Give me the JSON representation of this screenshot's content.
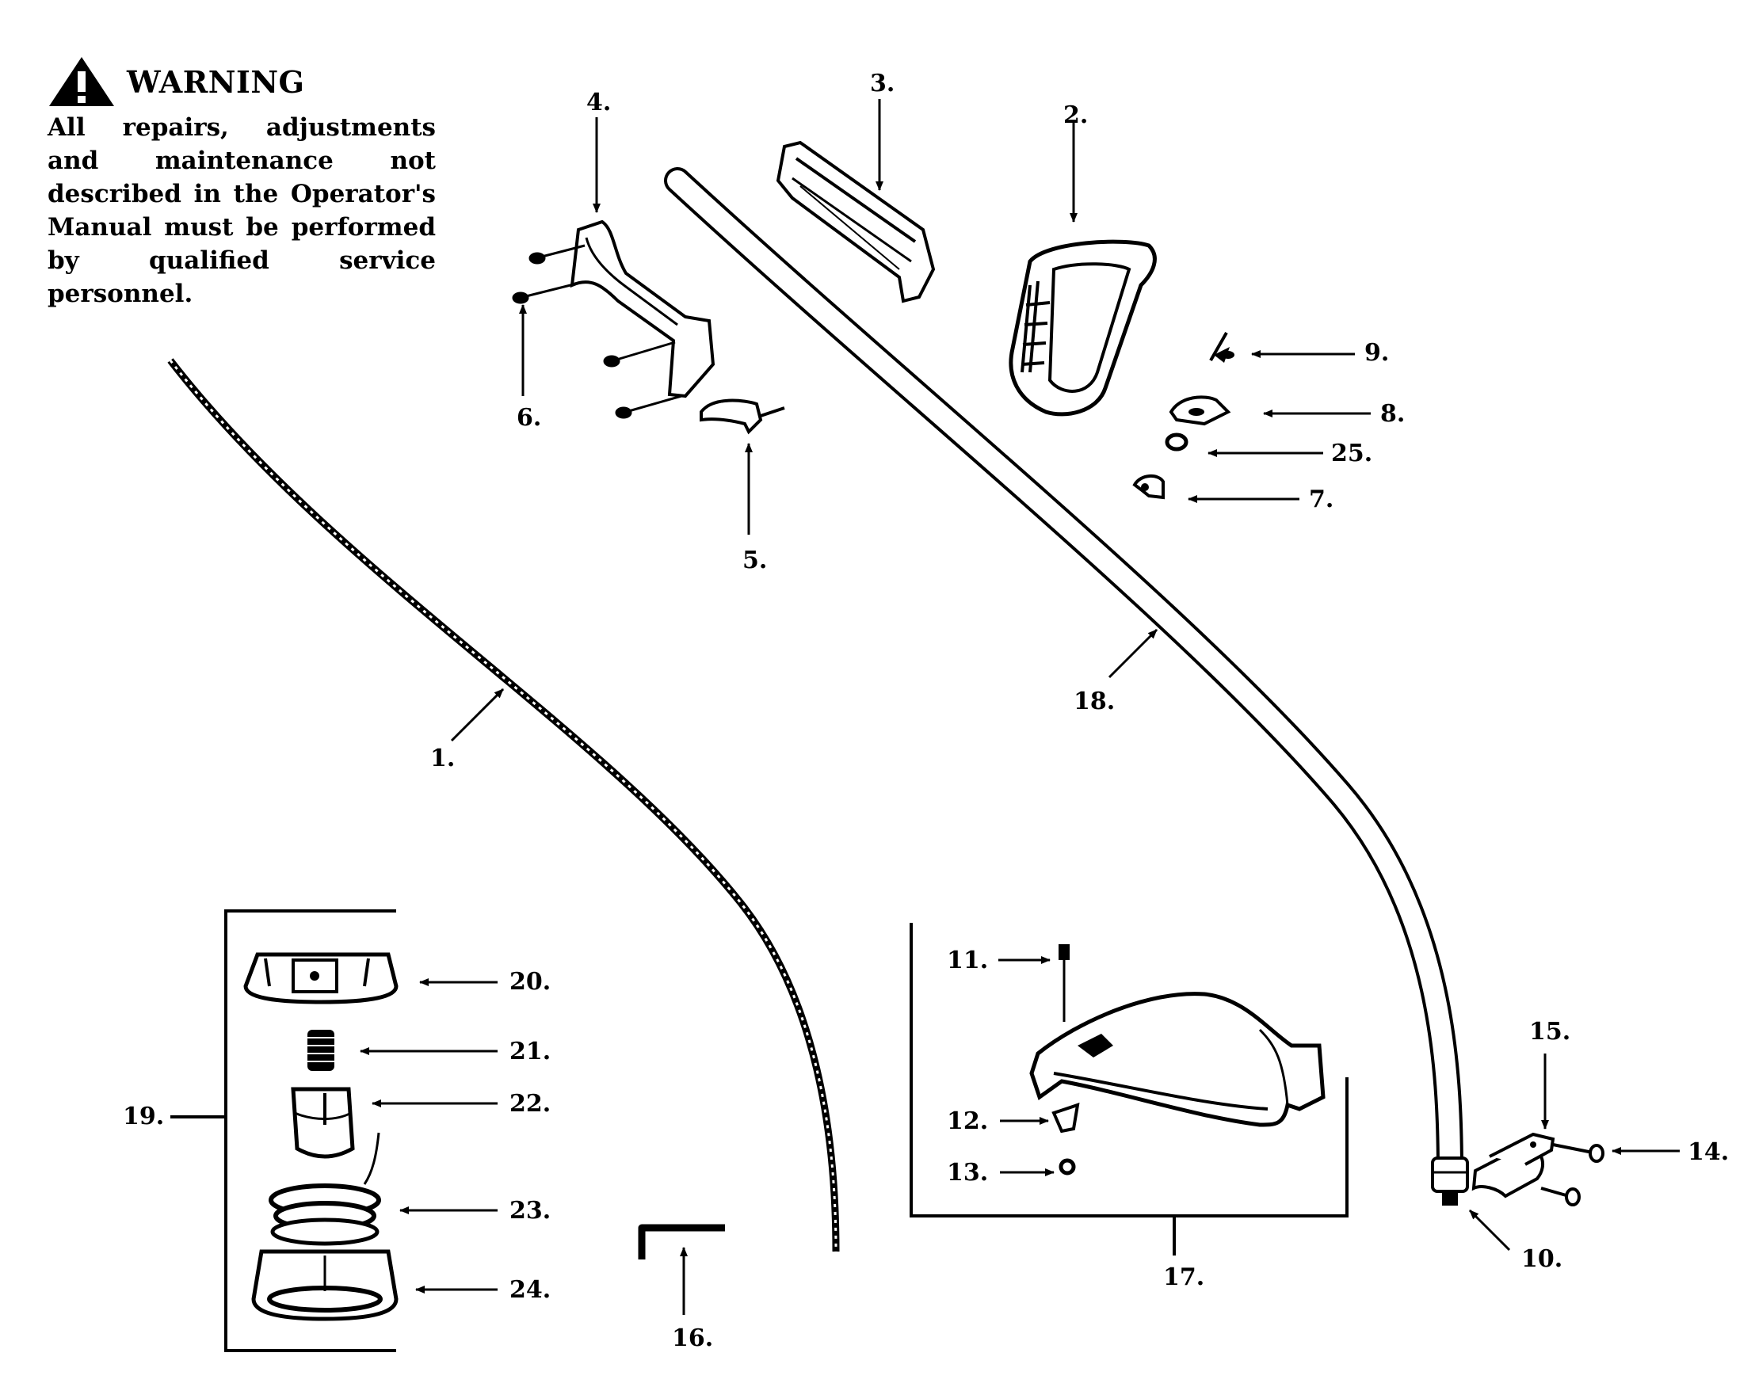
{
  "warning": {
    "title": "WARNING",
    "text": "All repairs, adjustments and maintenance not described in the Operator's Manual must be performed by qualified service personnel."
  },
  "labels": {
    "p1": "1.",
    "p2": "2.",
    "p3": "3.",
    "p4": "4.",
    "p5": "5.",
    "p6": "6.",
    "p7": "7.",
    "p8": "8.",
    "p9": "9.",
    "p10": "10.",
    "p11": "11.",
    "p12": "12.",
    "p13": "13.",
    "p14": "14.",
    "p15": "15.",
    "p16": "16.",
    "p17": "17.",
    "p18": "18.",
    "p19": "19.",
    "p20": "20.",
    "p21": "21.",
    "p22": "22.",
    "p23": "23.",
    "p24": "24.",
    "p25": "25."
  }
}
